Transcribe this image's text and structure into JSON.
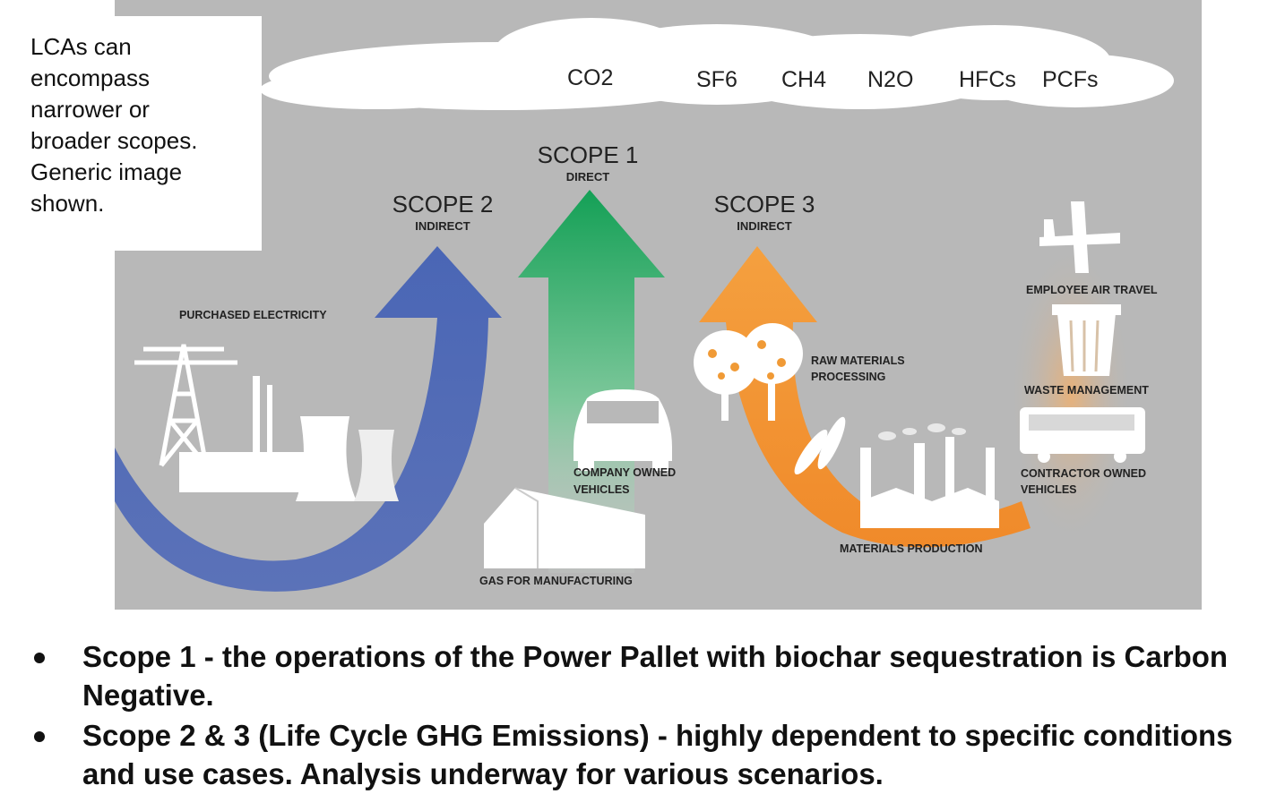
{
  "note_text": "LCAs can\nencompass\nnarrower or\nbroader scopes.\nGeneric image\nshown.",
  "gases": [
    "CO2",
    "SF6",
    "CH4",
    "N2O",
    "HFCs",
    "PCFs"
  ],
  "scopes": [
    {
      "title": "SCOPE 1",
      "subtitle": "DIRECT",
      "color": "#17a35a"
    },
    {
      "title": "SCOPE 2",
      "subtitle": "INDIRECT",
      "color": "#4a66b5"
    },
    {
      "title": "SCOPE 3",
      "subtitle": "INDIRECT",
      "color": "#f19a35"
    }
  ],
  "labels": {
    "purchased_electricity": "PURCHASED ELECTRICITY",
    "company_vehicles_1": "COMPANY OWNED",
    "company_vehicles_2": "VEHICLES",
    "gas_manufacturing": "GAS FOR MANUFACTURING",
    "raw_materials_1": "RAW MATERIALS",
    "raw_materials_2": "PROCESSING",
    "materials_production": "MATERIALS PRODUCTION",
    "employee_air_travel": "EMPLOYEE AIR TRAVEL",
    "waste_management": "WASTE MANAGEMENT",
    "contractor_vehicles_1": "CONTRACTOR OWNED",
    "contractor_vehicles_2": "VEHICLES"
  },
  "bullets": [
    "Scope 1 - the operations of the Power Pallet with biochar sequestration is Carbon Negative.",
    "Scope 2 & 3 (Life Cycle GHG Emissions) - highly dependent to specific conditions and use cases. Analysis underway for various scenarios."
  ],
  "colors": {
    "background": "#b8b8b8",
    "cloud": "#ffffff"
  }
}
